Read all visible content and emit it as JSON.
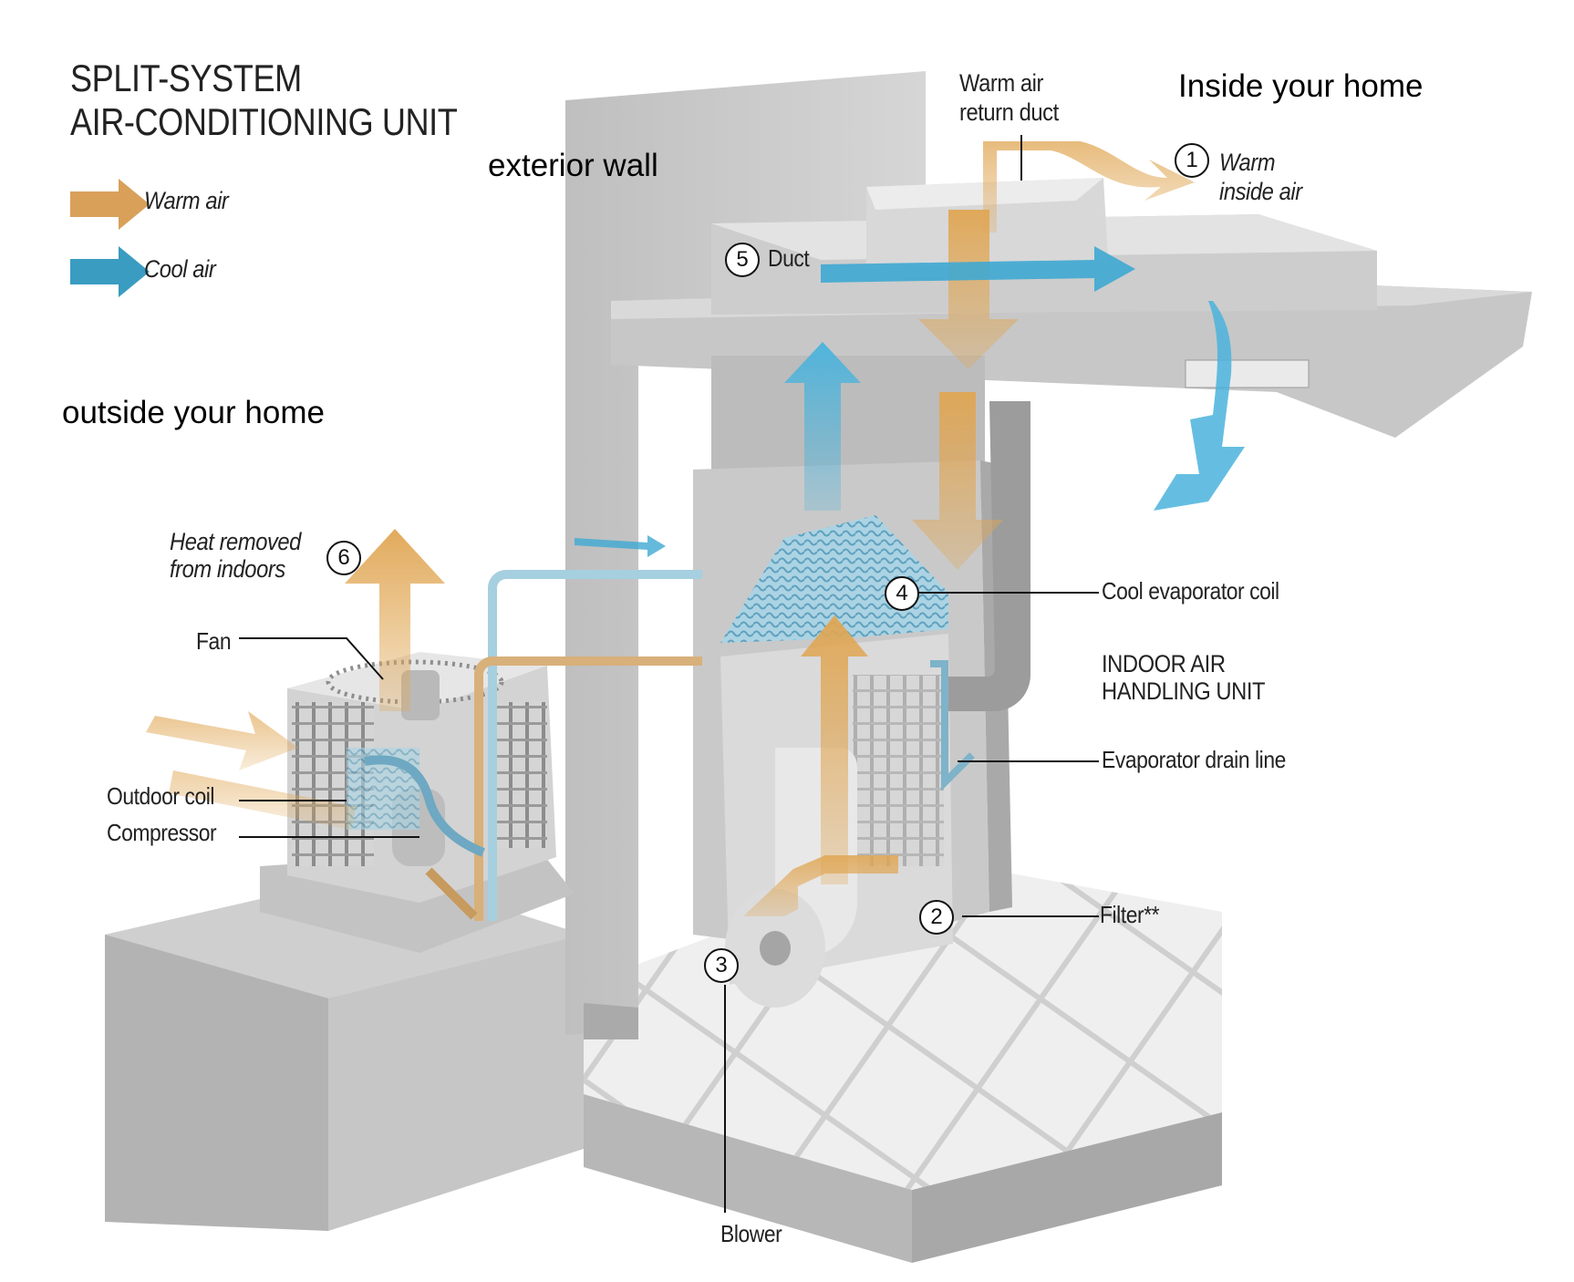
{
  "diagram": {
    "title_line1": "SPLIT-SYSTEM",
    "title_line2": "AIR-CONDITIONING UNIT",
    "legend": [
      {
        "label": "Warm air",
        "icon": "warm-air-arrow-icon",
        "color": "#d9a05a"
      },
      {
        "label": "Cool air",
        "icon": "cool-air-arrow-icon",
        "color": "#3a9cc0"
      }
    ],
    "region_labels": {
      "exterior_wall": "exterior wall",
      "inside_home": "Inside your home",
      "outside_home": "outside your home"
    },
    "steps": [
      {
        "number": "1",
        "label_line1": "Warm",
        "label_line2": "inside air"
      },
      {
        "number": "2",
        "label": "Filter**"
      },
      {
        "number": "3",
        "label": "Blower"
      },
      {
        "number": "4",
        "label": "Cool evaporator coil"
      },
      {
        "number": "5",
        "label": "Duct"
      },
      {
        "number": "6",
        "label_line1": "Heat removed",
        "label_line2": "from indoors"
      }
    ],
    "component_labels": {
      "return_duct_line1": "Warm air",
      "return_duct_line2": "return duct",
      "indoor_unit_line1": "INDOOR AIR",
      "indoor_unit_line2": "HANDLING UNIT",
      "drain_line": "Evaporator drain line",
      "fan": "Fan",
      "outdoor_coil": "Outdoor coil",
      "compressor": "Compressor"
    },
    "colors": {
      "warm_air": "#d9a05a",
      "cool_air": "#3a9cc0",
      "concrete": "#bdbdbd",
      "wall": "#c4c4c4"
    }
  }
}
